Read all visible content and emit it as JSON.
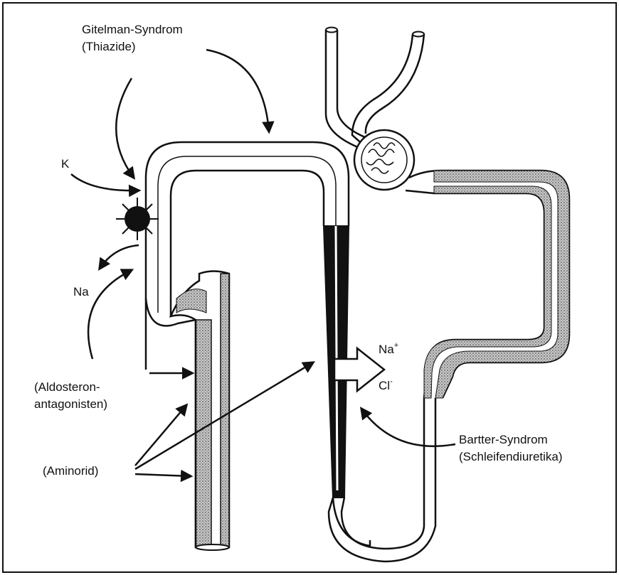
{
  "labels": {
    "gitelman_line1": "Gitelman-Syndrom",
    "gitelman_line2": "(Thiazide)",
    "k": "K",
    "na_left": "Na",
    "aldo_line1": "(Aldosteron-",
    "aldo_line2": "antagonisten)",
    "aminorid": "(Aminorid)",
    "na_plus": "Na",
    "na_plus_sup": "+",
    "cl_minus": "Cl",
    "cl_minus_sup": "-",
    "bartter_line1": "Bartter-Syndrom",
    "bartter_line2": "(Schleifendiuretika)"
  },
  "colors": {
    "ink": "#111111",
    "stipple": "#9a9a9a",
    "background": "#ffffff"
  }
}
